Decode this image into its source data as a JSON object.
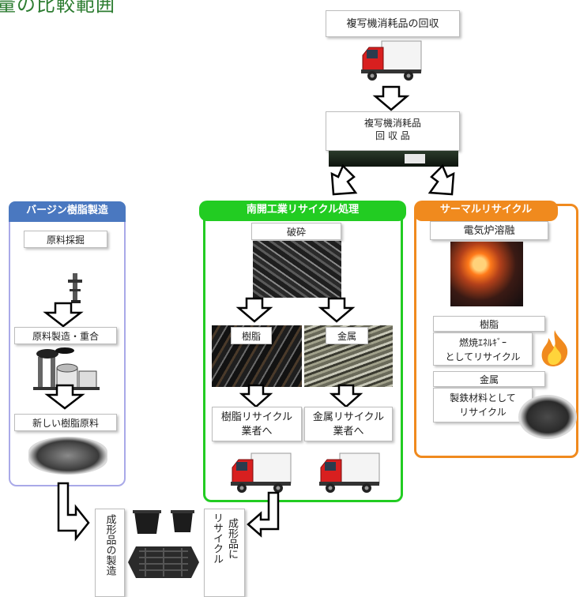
{
  "page": {
    "title_fragment": "量の比較範囲"
  },
  "top": {
    "collection": "複写機消耗品の回収",
    "collected_line1": "複写機消耗品",
    "collected_line2": "回 収 品"
  },
  "virgin": {
    "header": "バージン樹脂製造",
    "step1": "原料採掘",
    "step2": "原料製造・重合",
    "step3": "新しい樹脂原料"
  },
  "nanbu": {
    "header": "南開工業リサイクル処理",
    "crush": "破砕",
    "resin": "樹脂",
    "metal": "金属",
    "resin_vendor_line1": "樹脂リサイクル",
    "resin_vendor_line2": "業者へ",
    "metal_vendor_line1": "金属リサイクル",
    "metal_vendor_line2": "業者へ"
  },
  "thermal": {
    "header": "サーマルリサイクル",
    "furnace": "電気炉溶融",
    "resin_title": "樹脂",
    "resin_line1": "燃焼ｴﾈﾙｷﾞｰ",
    "resin_line2": "としてリサイクル",
    "metal_title": "金属",
    "metal_line1": "製鉄材料として",
    "metal_line2": "リサイクル"
  },
  "bottom": {
    "molding": "成形品の製造",
    "recycle_to_molded_line1": "成形品に",
    "recycle_to_molded_line2": "リサイクル"
  },
  "colors": {
    "virgin_accent": "#4a78c0",
    "virgin_border": "#a9a9e8",
    "nanbu_accent": "#22cc22",
    "thermal_accent": "#f08a1e",
    "title_green": "#2e7d32"
  }
}
